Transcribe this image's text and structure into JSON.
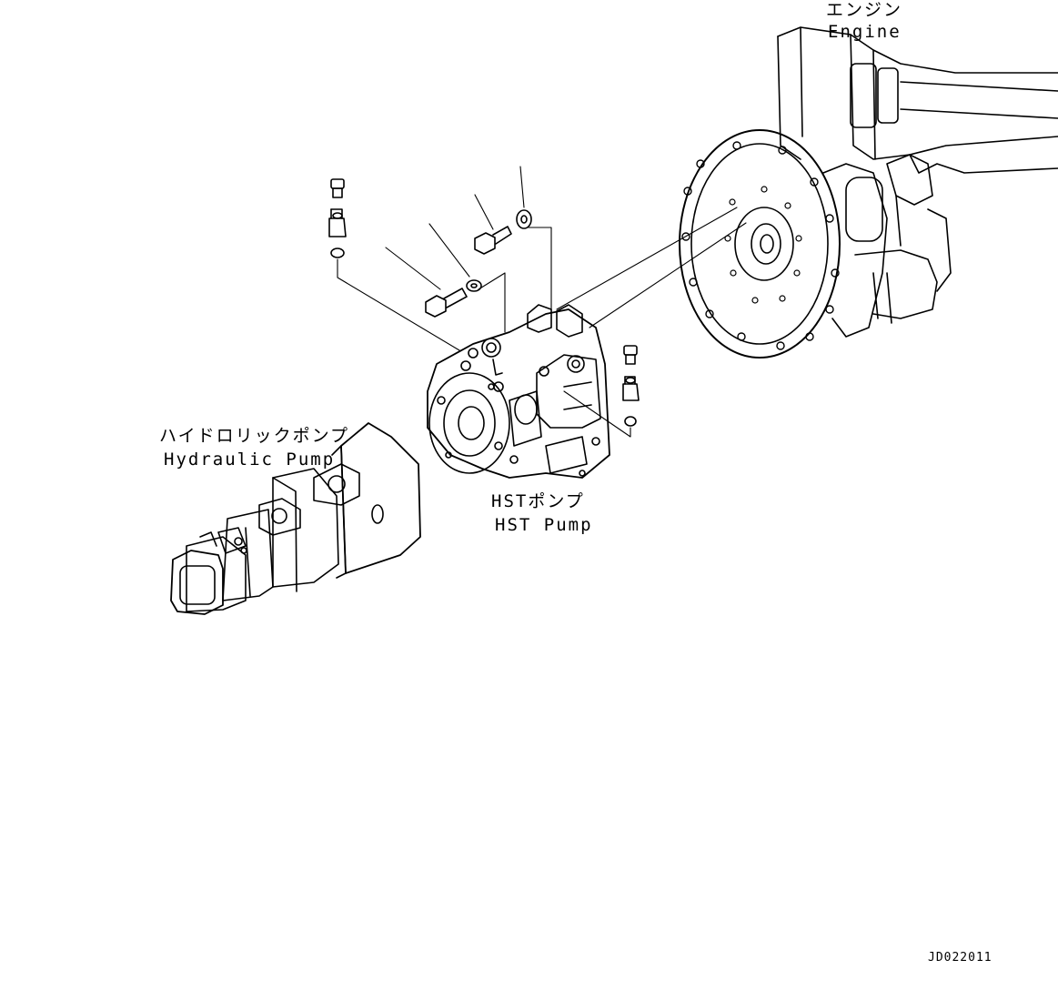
{
  "labels": {
    "engine_jp": "エンジン",
    "engine_en": "Engine",
    "hydraulic_jp": "ハイドロリックポンプ",
    "hydraulic_en": "Hydraulic Pump",
    "hst_jp": "HSTポンプ",
    "hst_en": "HST Pump"
  },
  "drawing_code": "JD022011",
  "colors": {
    "line": "#000000",
    "background": "#ffffff"
  }
}
